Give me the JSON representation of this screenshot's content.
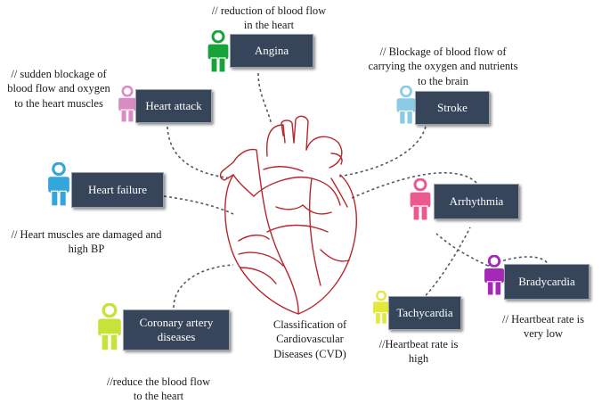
{
  "title": "Classification of Cardiovascular Diseases (CVD)",
  "colors": {
    "box_bg": "#36455a",
    "heart_line": "#b8262c",
    "connector": "#505a66"
  },
  "diseases": {
    "angina": {
      "label": "Angina",
      "note": "// reduction of blood flow in the heart",
      "icon_color": "#18a33a"
    },
    "heart_attack": {
      "label": "Heart attack",
      "note": "// sudden blockage of blood flow and oxygen to the heart muscles",
      "icon_color": "#d98cc4"
    },
    "stroke": {
      "label": "Stroke",
      "note": "// Blockage of blood flow of carrying the oxygen and nutrients to the brain",
      "icon_color": "#8ccbe6"
    },
    "heart_failure": {
      "label": "Heart failure",
      "note": "// Heart muscles are damaged and high BP",
      "icon_color": "#34a6dc"
    },
    "arrhythmia": {
      "label": "Arrhythmia",
      "note": "",
      "icon_color": "#ea5a8e"
    },
    "coronary": {
      "label": "Coronary artery diseases",
      "note": "//reduce the blood flow to the heart",
      "icon_color": "#c7e33a"
    },
    "tachycardia": {
      "label": "Tachycardia",
      "note": "//Heartbeat rate is high",
      "icon_color": "#e3e83a"
    },
    "bradycardia": {
      "label": "Bradycardia",
      "note": "// Heartbeat rate is very low",
      "icon_color": "#a628b8"
    }
  }
}
